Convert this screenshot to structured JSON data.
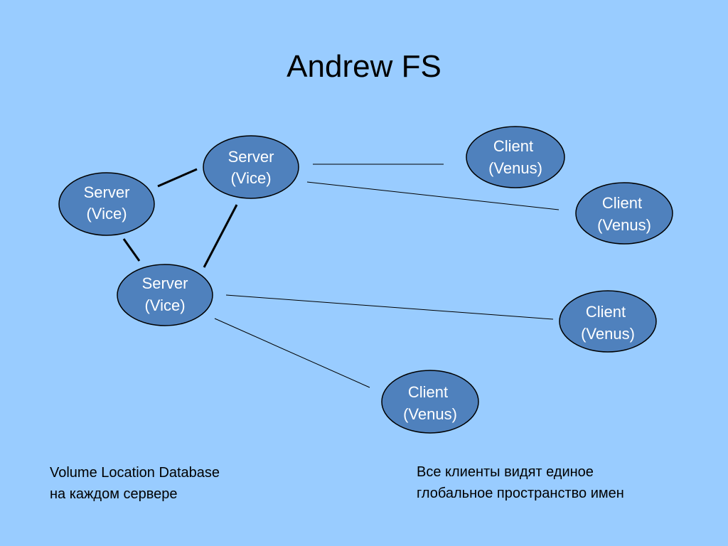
{
  "title": "Andrew FS",
  "nodes": [
    {
      "id": "server-top",
      "kind": "server",
      "line1": "Server",
      "line2": "(Vice)"
    },
    {
      "id": "server-left",
      "kind": "server",
      "line1": "Server",
      "line2": "(Vice)"
    },
    {
      "id": "server-bottom",
      "kind": "server",
      "line1": "Server",
      "line2": "(Vice)"
    },
    {
      "id": "client-1",
      "kind": "client",
      "line1": "Client",
      "line2": "(Venus)"
    },
    {
      "id": "client-2",
      "kind": "client",
      "line1": "Client",
      "line2": "(Venus)"
    },
    {
      "id": "client-3",
      "kind": "client",
      "line1": "Client",
      "line2": "(Venus)"
    },
    {
      "id": "client-4",
      "kind": "client",
      "line1": "Client",
      "line2": "(Venus)"
    }
  ],
  "notes": {
    "left": {
      "line1": "Volume Location Database",
      "line2": "на каждом сервере"
    },
    "right": {
      "line1": "Все клиенты видят единое",
      "line2": "глобальное пространство имен"
    }
  },
  "colors": {
    "background": "#99ccff",
    "node_fill": "#4f81bd",
    "node_stroke": "#000000",
    "node_text": "#ffffff",
    "connector": "#000000"
  }
}
